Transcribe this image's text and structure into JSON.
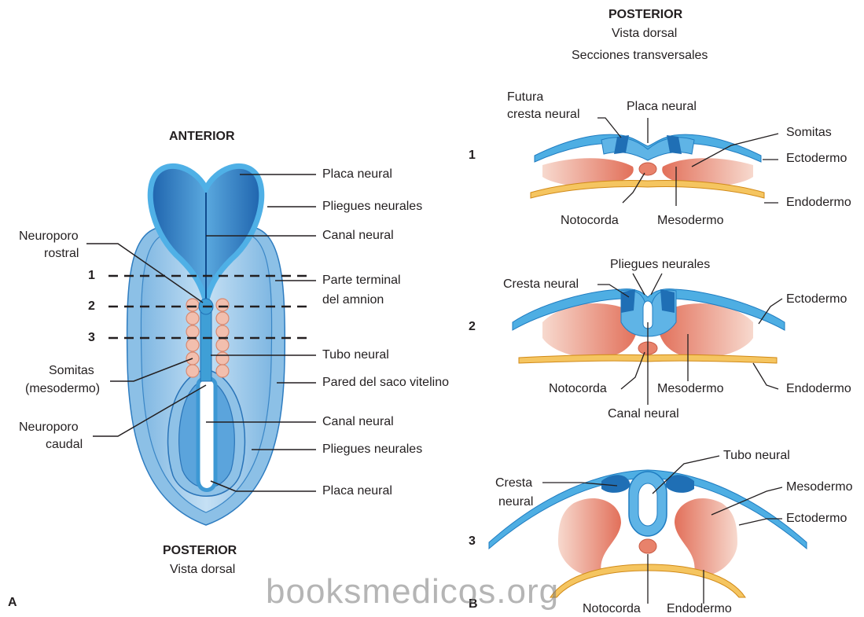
{
  "panel_a": {
    "letter": "A",
    "title_top": "ANTERIOR",
    "title_bottom": "POSTERIOR",
    "subtitle_bottom": "Vista dorsal",
    "levels": [
      "1",
      "2",
      "3"
    ],
    "left_labels": {
      "neuroporo_rostral_1": "Neuroporo",
      "neuroporo_rostral_2": "rostral",
      "somitas_1": "Somitas",
      "somitas_2": "(mesodermo)",
      "neuroporo_caudal_1": "Neuroporo",
      "neuroporo_caudal_2": "caudal"
    },
    "right_labels": {
      "placa_neural": "Placa neural",
      "pliegues_neurales": "Pliegues neurales",
      "canal_neural": "Canal neural",
      "parte_terminal_1": "Parte terminal",
      "parte_terminal_2": "del amnion",
      "tubo_neural": "Tubo neural",
      "pared_saco": "Pared del saco vitelino",
      "canal_neural_2": "Canal neural",
      "pliegues_neurales_2": "Pliegues neurales",
      "placa_neural_2": "Placa neural"
    }
  },
  "panel_b": {
    "letter": "B",
    "title": "POSTERIOR",
    "subtitle_1": "Vista dorsal",
    "subtitle_2": "Secciones transversales",
    "section1": {
      "number": "1",
      "futura_1": "Futura",
      "futura_2": "cresta neural",
      "placa_neural": "Placa neural",
      "somitas": "Somitas",
      "ectodermo": "Ectodermo",
      "endodermo": "Endodermo",
      "notocorda": "Notocorda",
      "mesodermo": "Mesodermo"
    },
    "section2": {
      "number": "2",
      "pliegues": "Pliegues neurales",
      "cresta": "Cresta neural",
      "ectodermo": "Ectodermo",
      "notocorda": "Notocorda",
      "mesodermo": "Mesodermo",
      "endodermo": "Endodermo",
      "canal": "Canal neural"
    },
    "section3": {
      "number": "3",
      "tubo": "Tubo neural",
      "cresta_1": "Cresta",
      "cresta_2": "neural",
      "mesodermo": "Mesodermo",
      "ectodermo": "Ectodermo",
      "notocorda": "Notocorda",
      "endodermo": "Endodermo"
    }
  },
  "watermark": "booksmedicos.org",
  "colors": {
    "neural_blue": "#3f9fd6",
    "neural_dark": "#1f6fb5",
    "embryo_light": "#b9daf0",
    "mesoderm": "#e8826b",
    "mesoderm_light": "#f6cfc2",
    "endoderm": "#f2b640",
    "somite": "#f0b9a6"
  }
}
